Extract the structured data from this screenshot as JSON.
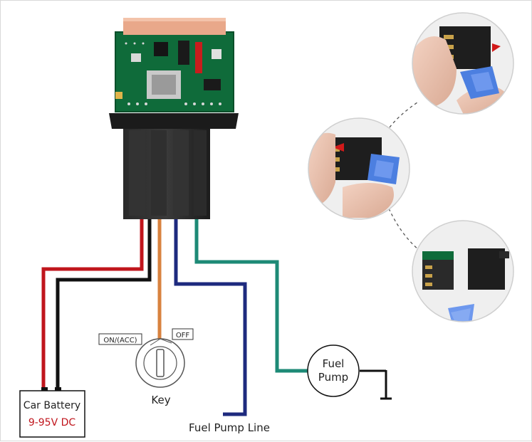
{
  "labels": {
    "battery_title": "Car Battery",
    "battery_voltage": "9-95V DC",
    "key_on": "ON/(ACC)",
    "key_off": "OFF",
    "key_label": "Key",
    "pump_line1": "Fuel",
    "pump_line2": "Pump",
    "pump_line_label": "Fuel Pump Line"
  },
  "colors": {
    "wire_red": "#c0151c",
    "wire_black": "#111111",
    "wire_orange": "#d8823f",
    "wire_blue": "#1e2a7e",
    "wire_green": "#1d8a76",
    "voltage_text": "#c0151c",
    "relay_body": "#262626",
    "pcb_green": "#0f6b3a"
  },
  "icons": {
    "relay": "relay-module-icon",
    "ignition_key": "ignition-key-icon",
    "ground": "ground-symbol-icon",
    "pry_tool": "pry-tool-icon"
  }
}
